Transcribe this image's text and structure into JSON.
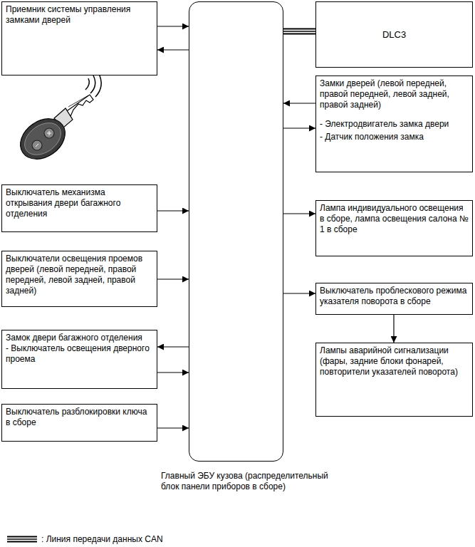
{
  "diagram": {
    "nodes": [
      {
        "text": [
          "Приемник системы управления замками дверей"
        ]
      },
      {
        "text": [
          "DLC3"
        ]
      },
      {
        "text": [
          "Замки дверей (левой передней, правой передней, левой задней, правой задней)",
          "- Электродвигатель замка двери",
          "- Датчик положения замка"
        ]
      },
      {
        "text": [
          "Выключатель механизма открывания двери багажного отделения"
        ]
      },
      {
        "text": [
          "Лампа индивидуального освещения в сборе, лампа освещения салона № 1 в сборе"
        ]
      },
      {
        "text": [
          "Выключатели освещения проемов дверей (левой передней, правой передней, левой задней, правой задней)"
        ]
      },
      {
        "text": [
          "Выключатель проблескового режима указателя поворота в сборе"
        ]
      },
      {
        "text": [
          "Лампы аварийной сигнализации (фары, задние блоки фонарей, повторители указателей поворота)"
        ]
      },
      {
        "text": [
          "Замок двери багажного отделения",
          "- Выключатель освещения дверного проема"
        ]
      },
      {
        "text": [
          "Выключатель разблокировки ключа в сборе"
        ]
      },
      {
        "text": [
          "Главный ЭБУ кузова (распределительный блок панели приборов в сборе)"
        ]
      }
    ],
    "edges": [
      {
        "from": 0,
        "to": 10,
        "arrow": "to"
      },
      {
        "from": 10,
        "to": 0,
        "arrow": "to"
      },
      {
        "from": 10,
        "to": 1,
        "arrow": "none"
      },
      {
        "from": 2,
        "to": 10,
        "arrow": "to"
      },
      {
        "from": 10,
        "to": 2,
        "arrow": "to"
      },
      {
        "from": 3,
        "to": 10,
        "arrow": "to"
      },
      {
        "from": 10,
        "to": 4,
        "arrow": "to"
      },
      {
        "from": 5,
        "to": 10,
        "arrow": "to"
      },
      {
        "from": 10,
        "to": 6,
        "arrow": "to"
      },
      {
        "from": 6,
        "to": 7,
        "arrow": "to"
      },
      {
        "from": 10,
        "to": 8,
        "arrow": "to"
      },
      {
        "from": 8,
        "to": 10,
        "arrow": "to"
      },
      {
        "from": 9,
        "to": 10,
        "arrow": "to"
      }
    ],
    "legend": [
      {
        "text": ": Линия передачи данных CAN"
      }
    ]
  }
}
